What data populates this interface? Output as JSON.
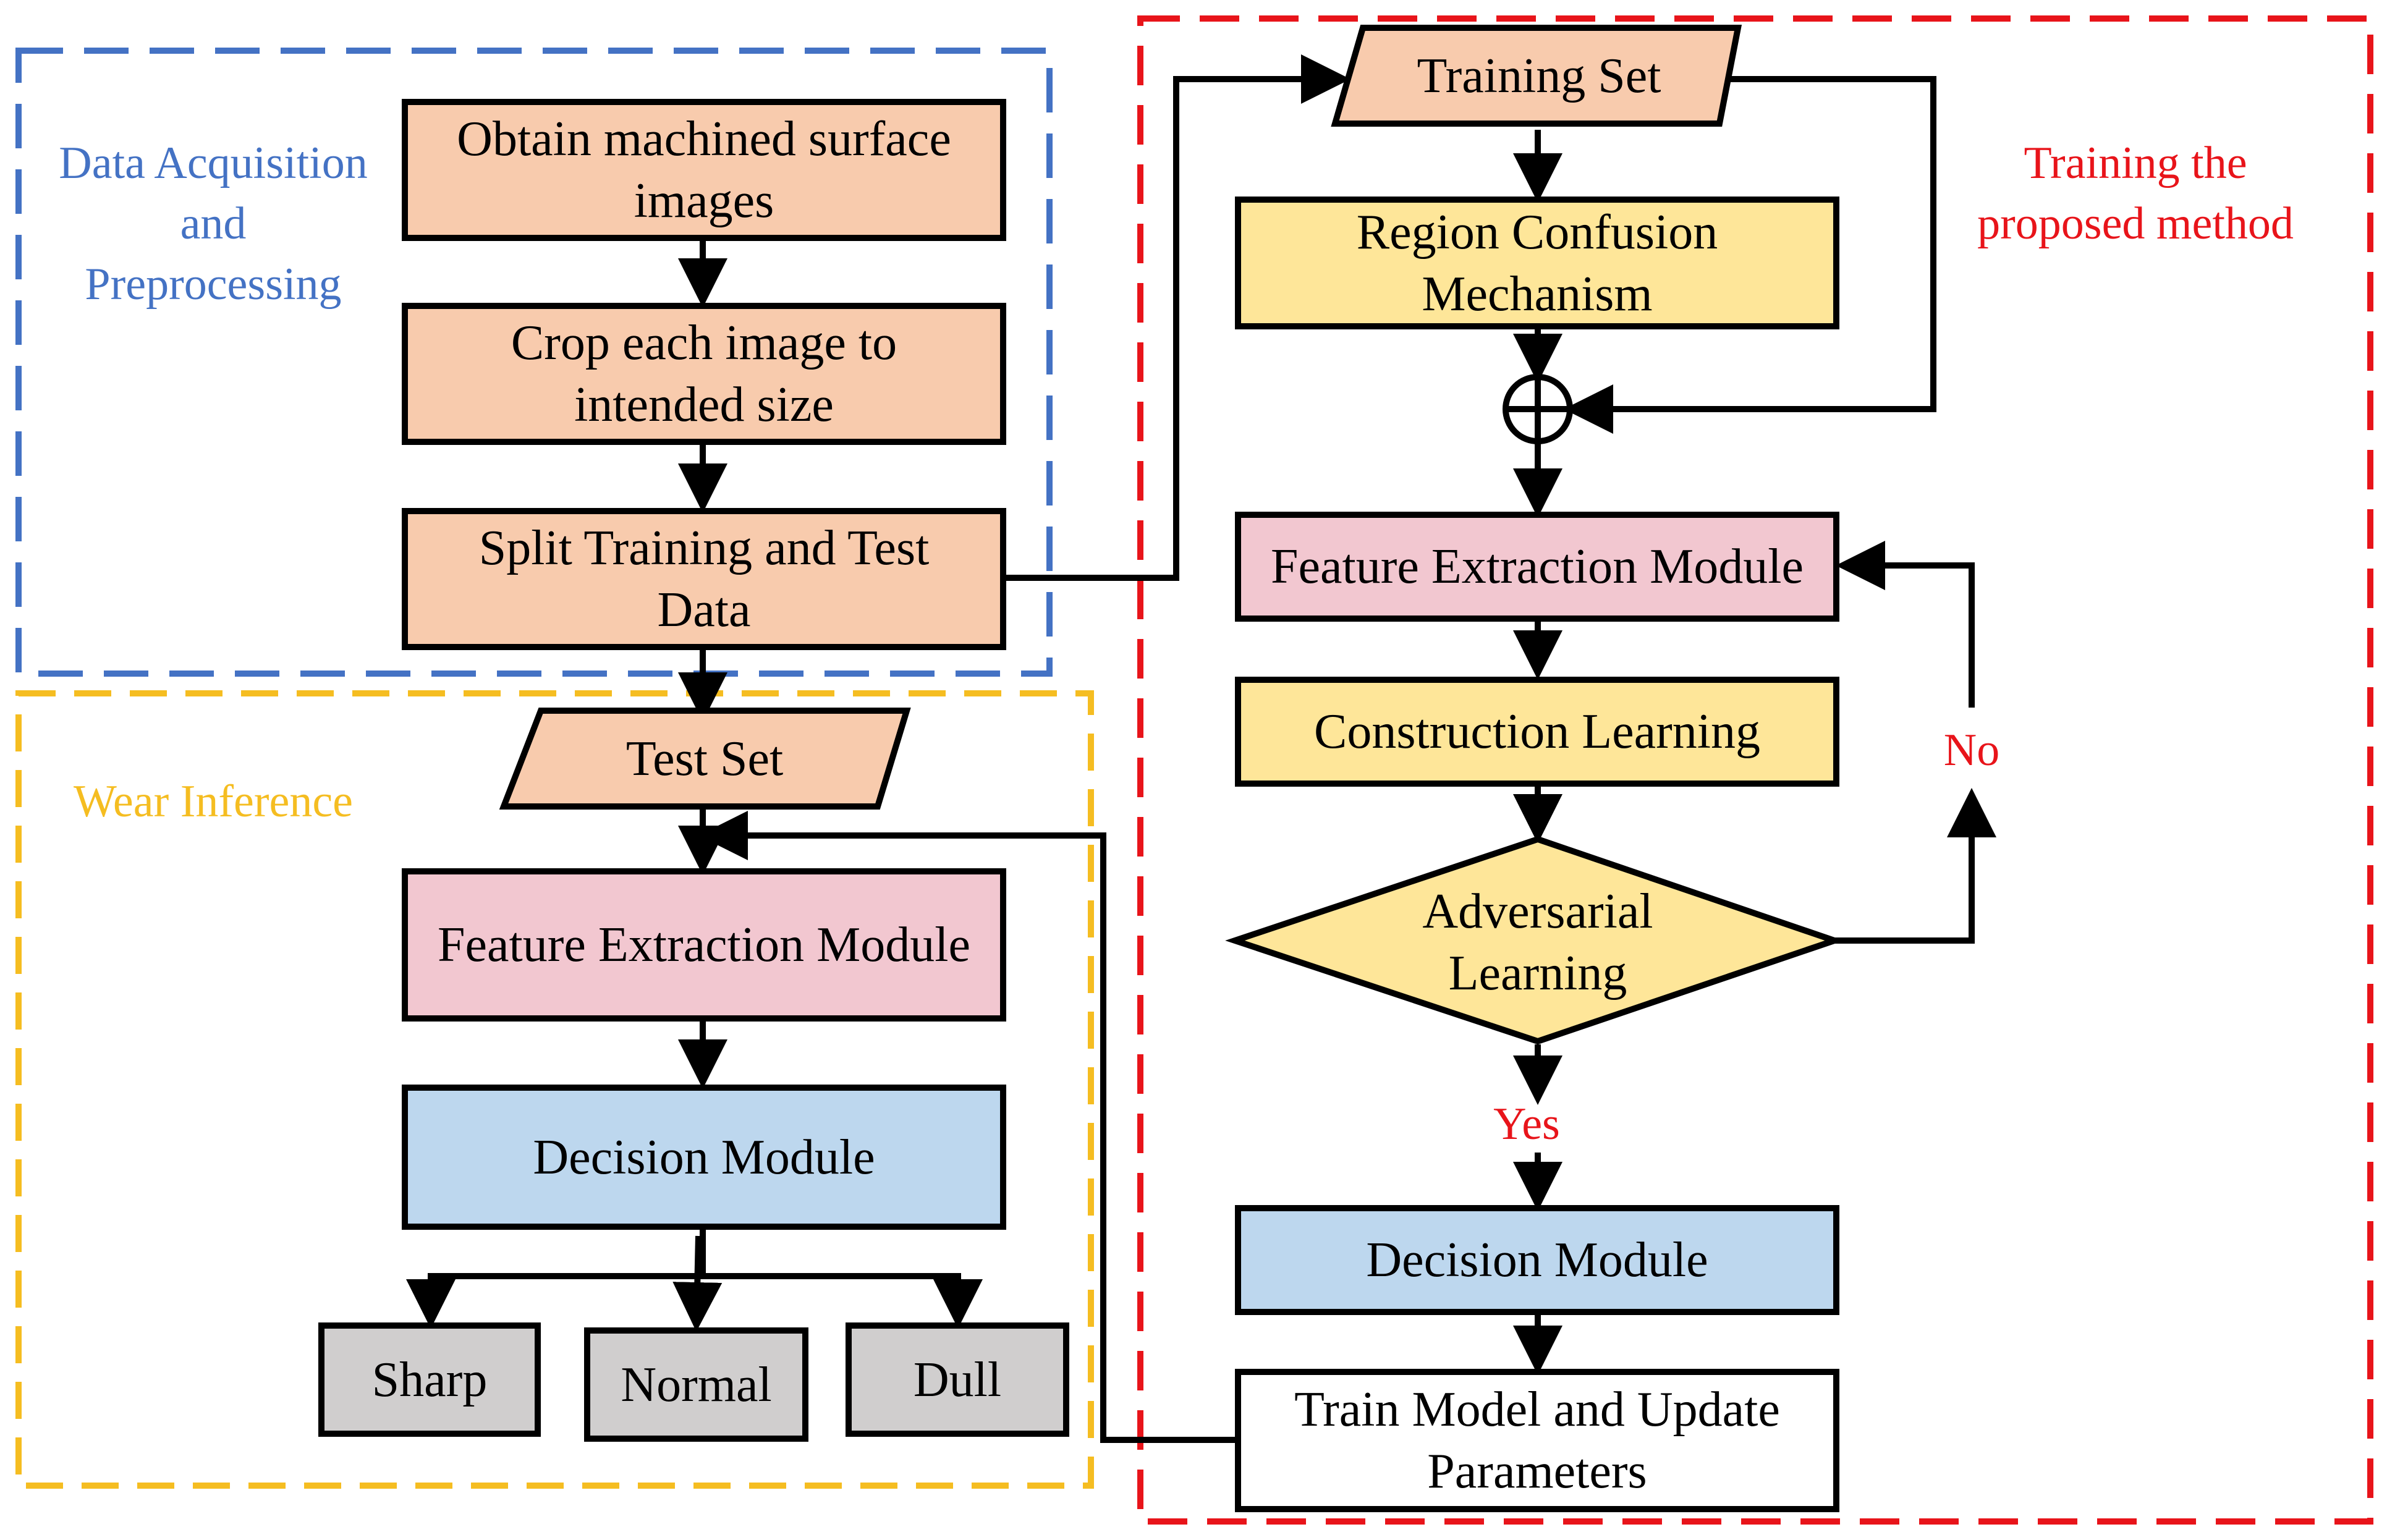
{
  "groups": {
    "data_acquisition": {
      "label": "Data Acquisition\nand\nPreprocessing",
      "color": "#4472c4"
    },
    "wear_inference": {
      "label": "Wear Inference",
      "color": "#f5bd21"
    },
    "training": {
      "label": "Training the\nproposed method",
      "color": "#e8141a"
    }
  },
  "left": {
    "obtain": "Obtain machined surface\nimages",
    "crop": "Crop each image to\nintended size",
    "split": "Split Training and Test\nData",
    "test_set": "Test Set",
    "feature": "Feature Extraction Module",
    "decision": "Decision Module",
    "classes": {
      "sharp": "Sharp",
      "normal": "Normal",
      "dull": "Dull"
    }
  },
  "right": {
    "training_set": "Training Set",
    "region": "Region Confusion\nMechanism",
    "feature": "Feature Extraction Module",
    "construction": "Construction Learning",
    "adversarial": "Adversarial\nLearning",
    "yes": "Yes",
    "no": "No",
    "decision": "Decision Module",
    "train": "Train Model and Update\nParameters"
  },
  "colors": {
    "peach": "#f8cbad",
    "yellow": "#fee699",
    "pink": "#f2c7d0",
    "blue": "#bdd7ee",
    "gray": "#d0cece"
  }
}
